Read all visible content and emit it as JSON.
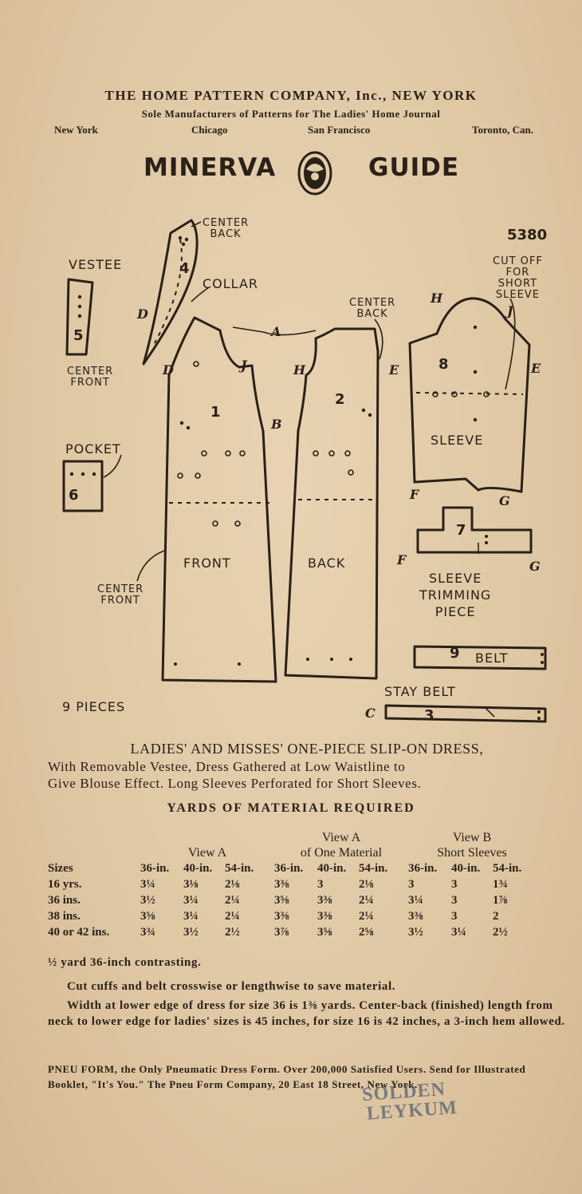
{
  "header": {
    "company": "THE HOME PATTERN COMPANY, Inc., NEW YORK",
    "subtitle": "Sole Manufacturers of Patterns for The Ladies' Home Journal",
    "cities": [
      "New York",
      "Chicago",
      "San Francisco",
      "Toronto, Can."
    ]
  },
  "guide": {
    "left": "MINERVA",
    "right": "GUIDE",
    "number": "5380"
  },
  "diagram": {
    "labels": {
      "vestee": "VESTEE",
      "center_front_1": [
        "CENTER",
        "FRONT"
      ],
      "center_back_collar": [
        "CENTER",
        "BACK"
      ],
      "collar": "COLLAR",
      "center_back_2": [
        "CENTER",
        "BACK"
      ],
      "cut_off": [
        "CUT OFF",
        "FOR",
        "SHORT",
        "SLEEVE"
      ],
      "pocket": "POCKET",
      "front": "FRONT",
      "back": "BACK",
      "sleeve": "SLEEVE",
      "center_front_2": [
        "CENTER",
        "FRONT"
      ],
      "sleeve_trim": [
        "SLEEVE",
        "TRIMMING",
        "PIECE"
      ],
      "belt": "BELT",
      "stay_belt": "STAY BELT",
      "pieces": "9 PIECES"
    },
    "numbers": [
      "1",
      "2",
      "3",
      "4",
      "5",
      "6",
      "7",
      "8",
      "9"
    ],
    "notch_letters": [
      "A",
      "B",
      "C",
      "D",
      "D",
      "E",
      "E",
      "F",
      "F",
      "G",
      "G",
      "H",
      "H",
      "J",
      "J"
    ]
  },
  "description": [
    "LADIES' AND MISSES' ONE-PIECE SLIP-ON DRESS,",
    "With Removable Vestee, Dress Gathered at Low Waistline to",
    "Give Blouse Effect. Long Sleeves Perforated for Short Sleeves."
  ],
  "yardage": {
    "title": "YARDS OF MATERIAL REQUIRED",
    "groups": [
      "View A",
      "View A\nof One Material",
      "View B\nShort Sleeves"
    ],
    "header": [
      "Sizes",
      "36-in.",
      "40-in.",
      "54-in.",
      "36-in.",
      "40-in.",
      "54-in.",
      "36-in.",
      "40-in.",
      "54-in."
    ],
    "rows": [
      [
        "16 yrs.",
        "3¼",
        "3⅛",
        "2⅛",
        "3⅜",
        "3",
        "2⅛",
        "3",
        "3",
        "1¾"
      ],
      [
        "36 ins.",
        "3½",
        "3¼",
        "2¼",
        "3⅝",
        "3⅜",
        "2¼",
        "3¼",
        "3",
        "1⅞"
      ],
      [
        "38 ins.",
        "3⅝",
        "3¼",
        "2¼",
        "3⅜",
        "3⅜",
        "2¼",
        "3⅜",
        "3",
        "2"
      ],
      [
        "40 or 42 ins.",
        "3¾",
        "3½",
        "2½",
        "3⅞",
        "3⅝",
        "2⅝",
        "3½",
        "3¼",
        "2½"
      ]
    ]
  },
  "notes": [
    "½ yard 36-inch contrasting.",
    "Cut cuffs and belt crosswise or lengthwise to save material.",
    "Width at lower edge of dress for size 36 is 1⅜ yards. Center-back (finished) length from neck to lower edge for ladies' sizes is 45 inches, for size 16 is 42 inches, a 3-inch hem allowed."
  ],
  "advert": "PNEU FORM, the Only Pneumatic Dress Form. Over 200,000 Satisfied Users. Send for Illustrated Booklet, \"It's You.\" The Pneu Form Company, 20 East 18 Street, New York.",
  "stamp": [
    "SOLDEN",
    "LEYKUM"
  ]
}
